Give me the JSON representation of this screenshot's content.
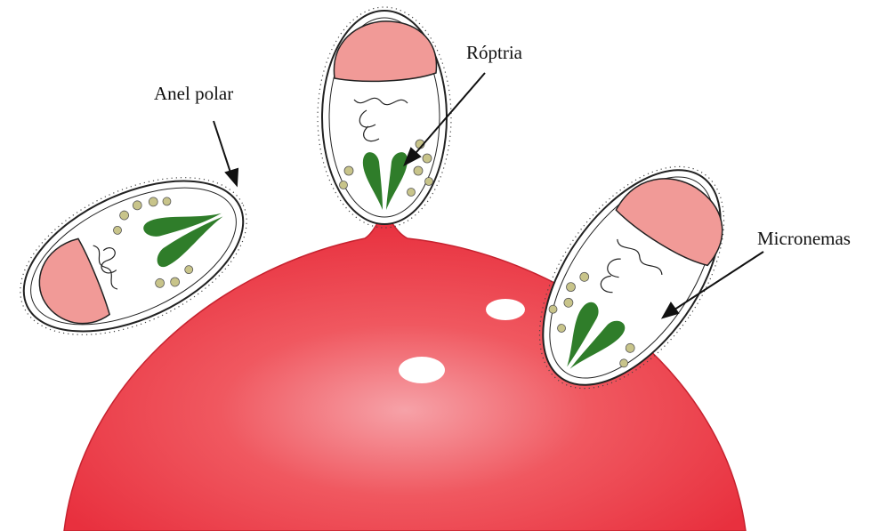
{
  "labels": {
    "polar_ring": "Anel polar",
    "rhoptry": "Róptria",
    "micronemes": "Micronemas"
  },
  "colors": {
    "erythrocyte": "#ee3a46",
    "erythrocyte_light": "#f7a6ab",
    "nucleus": "#f19a97",
    "rhoptry": "#2f7d2a",
    "microneme": "#c8c48a",
    "outline": "#222222"
  }
}
